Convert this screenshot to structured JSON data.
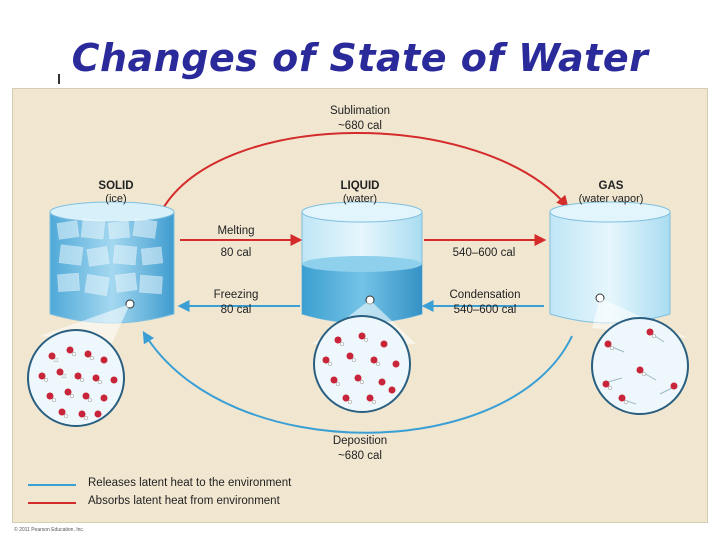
{
  "title": "Changes of State of Water",
  "states": {
    "solid": {
      "name": "SOLID",
      "sub": "(ice)"
    },
    "liquid": {
      "name": "LIQUID",
      "sub": "(water)"
    },
    "gas": {
      "name": "GAS",
      "sub": "(water vapor)"
    }
  },
  "processes": {
    "sublimation": {
      "name": "Sublimation",
      "energy": "~680 cal"
    },
    "melting": {
      "name": "Melting",
      "energy": "80 cal"
    },
    "freezing": {
      "name": "Freezing",
      "energy": "80 cal"
    },
    "evaporation": {
      "energy": "540–600 cal"
    },
    "condensation": {
      "name": "Condensation",
      "energy": "540–600 cal"
    },
    "deposition": {
      "name": "Deposition",
      "energy": "~680 cal"
    }
  },
  "legend": [
    {
      "text": "Releases latent heat to the environment",
      "color": "#3a9fd4"
    },
    {
      "text": "Absorbs latent heat from environment",
      "color": "#d42b2b"
    }
  ],
  "colors": {
    "red_arrow": "#d42b2b",
    "blue_arrow": "#3a9fd4",
    "title": "#2a2a9a"
  },
  "copyright": "© 2011 Pearson Education, Inc."
}
